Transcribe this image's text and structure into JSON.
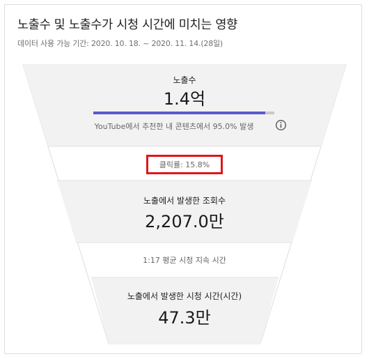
{
  "header": {
    "title": "노출수 및 노출수가 시청 시간에 미치는 영향",
    "subtitle": "데이터 사용 가능 기간: 2020. 10. 18. ~ 2020. 11. 14.(28일)"
  },
  "funnel": {
    "impressions": {
      "label": "노출수",
      "value": "1.4억",
      "recommended_fraction": 0.95,
      "note": "YouTube에서 추천한 내 콘텐츠에서 95.0% 발생",
      "info_icon": "info-icon"
    },
    "ctr": {
      "text": "클릭률: 15.8%",
      "highlight_color": "#e0151b"
    },
    "views": {
      "label": "노출에서 발생한 조회수",
      "value": "2,207.0만"
    },
    "avg_view_duration": {
      "text": "1:17 평균 시청 지속 시간"
    },
    "watch_time": {
      "label": "노출에서 발생한 시청 시간(시간)",
      "value": "47.3만"
    }
  },
  "colors": {
    "accent": "#5a5acd",
    "bar_track": "#c8c8c8",
    "stage_fill": "#f2f2f2",
    "gap_fill": "#ffffff",
    "outline": "#dddddd"
  }
}
